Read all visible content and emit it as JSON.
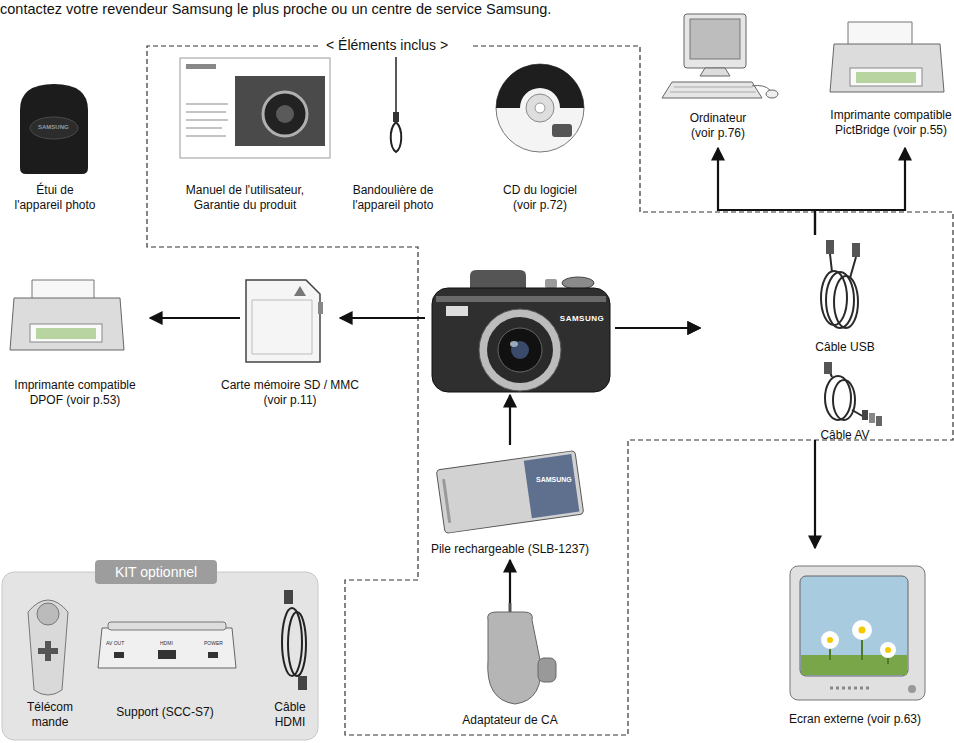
{
  "diagram": {
    "nodes": [
      {
        "text": [
          "Étui de l'appareil photo"
        ]
      },
      {
        "text": [
          "Manuel de l'utilisateur, Garantie du produit"
        ]
      },
      {
        "text": [
          "Bandoulière de l'appareil photo"
        ]
      },
      {
        "text": [
          "CD du logiciel (voir p.72)"
        ]
      },
      {
        "text": [
          "Ordinateur (voir p.76)"
        ]
      },
      {
        "text": [
          "Imprimante compatible PictBridge (voir p.55)"
        ]
      },
      {
        "text": [
          "Câble USB"
        ]
      },
      {
        "text": [
          "Imprimante compatible DPOF (voir p.53)"
        ]
      },
      {
        "text": [
          "Carte mémoire SD / MMC (voir p.11)"
        ]
      },
      {
        "text": [
          "SAMSUNG"
        ]
      },
      {
        "text": [
          "Câble AV"
        ]
      },
      {
        "text": [
          "Pile rechargeable (SLB-1237)"
        ]
      },
      {
        "text": [
          "KIT optionnel"
        ]
      },
      {
        "text": [
          "Télécom mande"
        ],
        "in": 12
      },
      {
        "text": [
          "Support (SCC-S7)"
        ],
        "in": 12
      },
      {
        "text": [
          "Câble HDMI"
        ],
        "in": 12
      },
      {
        "text": [
          "Adaptateur de CA"
        ]
      },
      {
        "text": [
          "Ecran externe (voir p.63)"
        ]
      }
    ],
    "edges": [
      {
        "from": 9,
        "to": 8,
        "arrow": "to"
      },
      {
        "from": 8,
        "to": 7,
        "arrow": "to"
      },
      {
        "from": 9,
        "to": 6,
        "arrow": "to"
      },
      {
        "from": 9,
        "to": 10,
        "arrow": "to"
      },
      {
        "from": 6,
        "to": 4,
        "arrow": "to"
      },
      {
        "from": 6,
        "to": 5,
        "arrow": "to"
      },
      {
        "from": 10,
        "to": 17,
        "arrow": "to"
      },
      {
        "from": 11,
        "to": 9,
        "arrow": "to"
      },
      {
        "from": 16,
        "to": 11,
        "arrow": "to"
      }
    ],
    "labels": [
      "contactez votre revendeur Samsung le plus proche ou un centre de service Samsung.",
      "< Éléments inclus >",
      "SAMSUNG",
      "SAMSUNG",
      "AV OUT",
      "HDMI",
      "POWER"
    ]
  }
}
